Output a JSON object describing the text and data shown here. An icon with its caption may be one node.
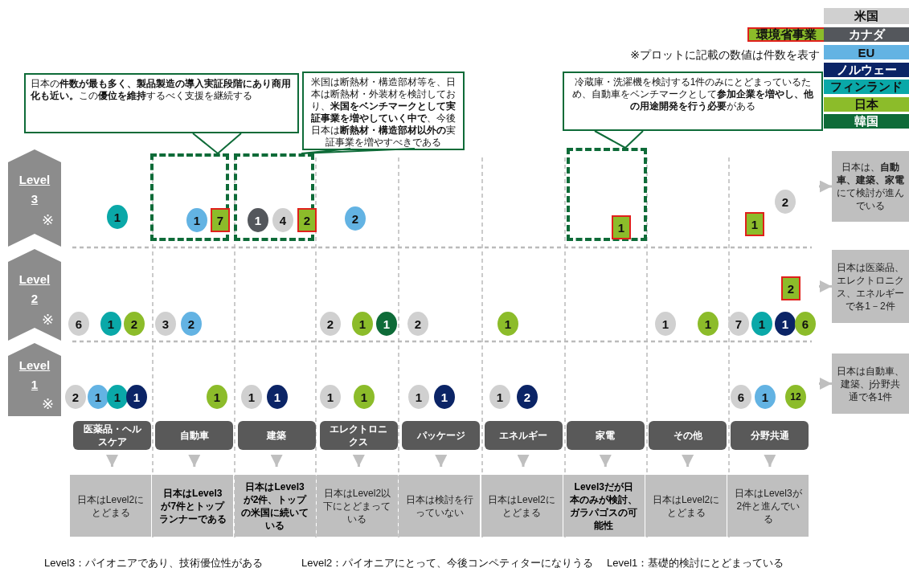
{
  "diagram": {
    "nodes": [
      {
        "text": [
          "日本の**件数が最も多く、製品製造の導入実証段階にあり商用化も近い。**この**優位を維持**するべく支援を継続する"
        ]
      },
      {
        "text": [
          "米国は断熱材・構造部材等を、日本は断熱材・外装材を検討しており、**米国をベンチマークとして実証事業を増やしていく中で**、今後日本は**断熱材・構造部材以外の**実証事業を増やすべきである"
        ]
      },
      {
        "text": [
          "冷蔵庫・洗濯機を検討する1件のみにとどまっているため、自動車をベンチマークとして**参加企業を増やし、他の用途開発を行う必要**がある"
        ]
      },
      {
        "text": [
          "Level 3",
          "※"
        ]
      },
      {
        "text": [
          "Level 2",
          "※"
        ]
      },
      {
        "text": [
          "Level 1",
          "※"
        ]
      },
      {
        "text": [],
        "shape": "box"
      },
      {
        "text": [],
        "shape": "box"
      },
      {
        "text": [],
        "shape": "box"
      },
      {
        "text": [
          "1"
        ]
      },
      {
        "text": [
          "1"
        ],
        "in": 6
      },
      {
        "text": [
          "7"
        ],
        "in": 6
      },
      {
        "text": [
          "1"
        ],
        "in": 7
      },
      {
        "text": [
          "4"
        ],
        "in": 7
      },
      {
        "text": [
          "2"
        ],
        "in": 7
      },
      {
        "text": [
          "2"
        ]
      },
      {
        "text": [
          "1"
        ],
        "in": 8
      },
      {
        "text": [
          "1"
        ]
      },
      {
        "text": [
          "2"
        ]
      },
      {
        "text": [
          "2"
        ]
      },
      {
        "text": [
          "6"
        ]
      },
      {
        "text": [
          "1"
        ]
      },
      {
        "text": [
          "2"
        ]
      },
      {
        "text": [
          "3"
        ]
      },
      {
        "text": [
          "2"
        ]
      },
      {
        "text": [
          "2"
        ]
      },
      {
        "text": [
          "1"
        ]
      },
      {
        "text": [
          "1"
        ]
      },
      {
        "text": [
          "2"
        ]
      },
      {
        "text": [
          "1"
        ]
      },
      {
        "text": [
          "1"
        ]
      },
      {
        "text": [
          "1"
        ]
      },
      {
        "text": [
          "7"
        ]
      },
      {
        "text": [
          "1"
        ]
      },
      {
        "text": [
          "1"
        ]
      },
      {
        "text": [
          "6"
        ]
      },
      {
        "text": [
          "2"
        ]
      },
      {
        "text": [
          "1"
        ]
      },
      {
        "text": [
          "1"
        ]
      },
      {
        "text": [
          "1"
        ]
      },
      {
        "text": [
          "1"
        ]
      },
      {
        "text": [
          "1"
        ]
      },
      {
        "text": [
          "1"
        ]
      },
      {
        "text": [
          "1"
        ]
      },
      {
        "text": [
          "1"
        ]
      },
      {
        "text": [
          "1"
        ]
      },
      {
        "text": [
          "1"
        ]
      },
      {
        "text": [
          "1"
        ]
      },
      {
        "text": [
          "2"
        ]
      },
      {
        "text": [
          "6"
        ]
      },
      {
        "text": [
          "1"
        ]
      },
      {
        "text": [
          "12"
        ]
      },
      {
        "text": [
          "日本は、**自動車、建築、家電**にて検討が進んでいる"
        ]
      },
      {
        "text": [
          "日本は医薬品、エレクトロニクス、エネルギーで各1－2件"
        ]
      },
      {
        "text": [
          "日本は自動車、建築、j分野共通で各1件"
        ]
      },
      {
        "text": [
          "医薬品・ヘルスケア"
        ]
      },
      {
        "text": [
          "自動車"
        ]
      },
      {
        "text": [
          "建築"
        ]
      },
      {
        "text": [
          "エレクトロニクス"
        ]
      },
      {
        "text": [
          "パッケージ"
        ]
      },
      {
        "text": [
          "エネルギー"
        ]
      },
      {
        "text": [
          "家電"
        ]
      },
      {
        "text": [
          "その他"
        ]
      },
      {
        "text": [
          "分野共通"
        ]
      },
      {
        "text": [
          "日本はLevel2にとどまる"
        ]
      },
      {
        "text": [
          "日本はLevel3が7件とトップランナーである"
        ]
      },
      {
        "text": [
          "日本はLevel3が2件、トップの米国に続いている"
        ]
      },
      {
        "text": [
          "日本はLevel2以下にとどまっている"
        ]
      },
      {
        "text": [
          "日本は検討を行っていない"
        ]
      },
      {
        "text": [
          "日本はLevel2にとどまる"
        ]
      },
      {
        "text": [
          "Level3だが日本のみが検討、ガラパゴスの可能性"
        ]
      },
      {
        "text": [
          "日本はLevel2にとどまる"
        ]
      },
      {
        "text": [
          "日本はLevel3が2件と進んでいる"
        ]
      }
    ],
    "edges": [
      {
        "from": 0,
        "to": 6,
        "arrow": "none",
        "color": "#0e6b38"
      },
      {
        "from": 1,
        "to": 7,
        "arrow": "none",
        "color": "#0e6b38"
      },
      {
        "from": 2,
        "to": 8,
        "arrow": "none",
        "color": "#0e6b38"
      },
      {
        "from": null,
        "to": 52,
        "arrow": "to"
      },
      {
        "from": null,
        "to": 53,
        "arrow": "to"
      },
      {
        "from": null,
        "to": 54,
        "arrow": "to"
      },
      {
        "from": 55,
        "to": 64,
        "arrow": "to"
      },
      {
        "from": 56,
        "to": 65,
        "arrow": "to"
      },
      {
        "from": 57,
        "to": 66,
        "arrow": "to"
      },
      {
        "from": 58,
        "to": 67,
        "arrow": "to"
      },
      {
        "from": 59,
        "to": 68,
        "arrow": "to"
      },
      {
        "from": 60,
        "to": 69,
        "arrow": "to"
      },
      {
        "from": 61,
        "to": 70,
        "arrow": "to"
      },
      {
        "from": 62,
        "to": 71,
        "arrow": "to"
      },
      {
        "from": 63,
        "to": 72,
        "arrow": "to"
      }
    ],
    "labels": [
      "※プロットに記載の数値は件数を表す",
      "Level3：パイオニアであり、技術優位性がある",
      "Level2：パイオニアにとって、今後コンペティターになりうる",
      "Level1：基礎的検討にとどまっている"
    ],
    "legend": [
      {
        "text": "米国",
        "color": "#d0d0d0"
      },
      {
        "text": "環境省事業",
        "color": "#8cbc2a"
      },
      {
        "text": "カナダ",
        "color": "#54575c"
      },
      {
        "text": "EU",
        "color": "#63b3e3"
      },
      {
        "text": "ノルウェー",
        "color": "#0b2466"
      },
      {
        "text": "フィンランド",
        "color": "#0aa8a8"
      },
      {
        "text": "日本",
        "color": "#8cbc2a"
      },
      {
        "text": "韓国",
        "color": "#0e6b38"
      }
    ]
  }
}
